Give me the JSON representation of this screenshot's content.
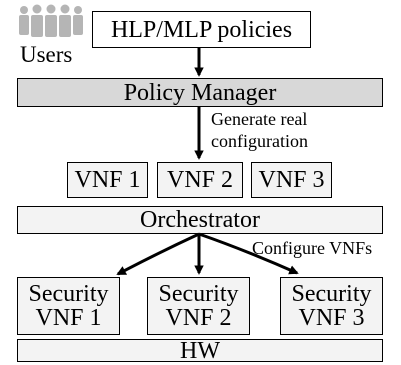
{
  "users": {
    "label": "Users"
  },
  "policies": {
    "label": "HLP/MLP policies"
  },
  "policy_manager": {
    "label": "Policy Manager"
  },
  "note_generate": {
    "line1": "Generate real",
    "line2": "configuration"
  },
  "vnfs": [
    {
      "label": "VNF 1"
    },
    {
      "label": "VNF 2"
    },
    {
      "label": "VNF 3"
    }
  ],
  "orchestrator": {
    "label": "Orchestrator"
  },
  "note_configure": {
    "label": "Configure VNFs"
  },
  "security_vnfs": [
    {
      "line1": "Security",
      "line2": "VNF 1"
    },
    {
      "line1": "Security",
      "line2": "VNF 2"
    },
    {
      "line1": "Security",
      "line2": "VNF 3"
    }
  ],
  "hw": {
    "label": "HW"
  },
  "colors": {
    "users_icon": "#b5b5b5",
    "gray_box": "#d8d8d8",
    "light_box": "#f3f3f3"
  }
}
